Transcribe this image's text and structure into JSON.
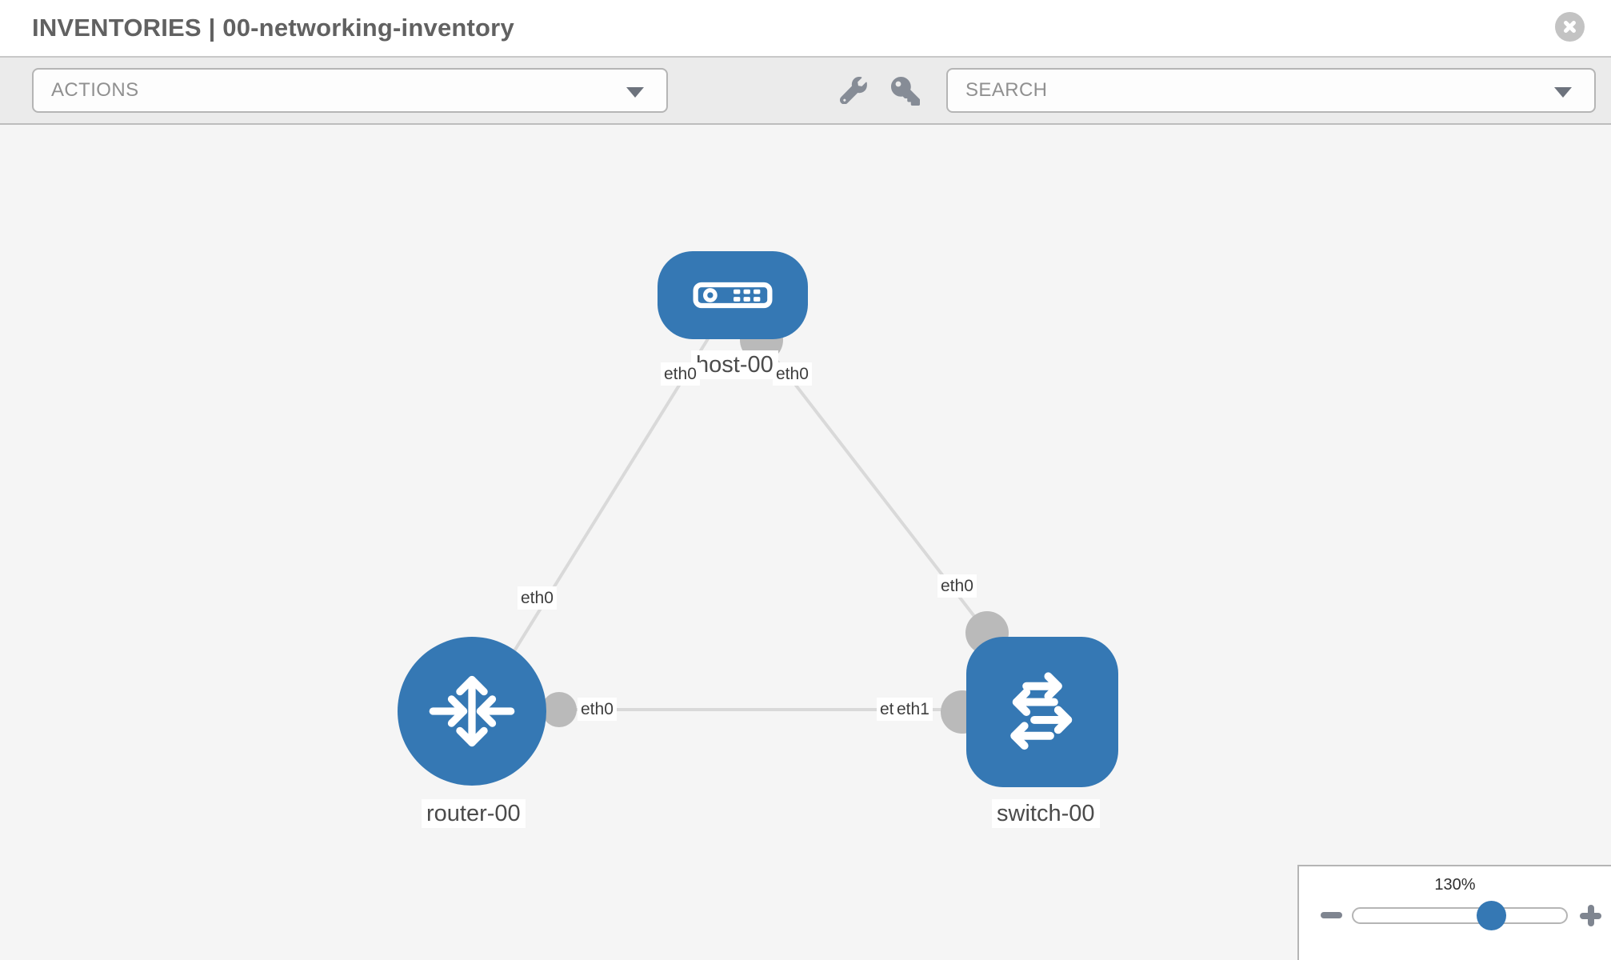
{
  "header": {
    "title": "INVENTORIES | 00-networking-inventory"
  },
  "toolbar": {
    "actions_label": "ACTIONS",
    "search_placeholder": "SEARCH",
    "icons": [
      "wrench-icon",
      "key-icon"
    ]
  },
  "topology": {
    "nodes": [
      {
        "type": "host",
        "label": "host-00"
      },
      {
        "type": "router",
        "label": "router-00"
      },
      {
        "type": "switch",
        "label": "switch-00"
      }
    ],
    "interfaces": [
      {
        "id": "host-eth0-to-router",
        "label": "eth0"
      },
      {
        "id": "host-eth0-to-switch",
        "label": "eth0"
      },
      {
        "id": "router-eth0-to-host",
        "label": "eth0"
      },
      {
        "id": "router-eth0-to-switch",
        "label": "eth0"
      },
      {
        "id": "switch-eth0-to-host",
        "label": "eth0"
      },
      {
        "id": "switch-eth-overlapped",
        "label": "eth0"
      },
      {
        "id": "switch-eth1-to-router",
        "label": "eth1"
      }
    ],
    "links": [
      {
        "from": "host-00",
        "from_if": "eth0",
        "to": "router-00",
        "to_if": "eth0"
      },
      {
        "from": "host-00",
        "from_if": "eth0",
        "to": "switch-00",
        "to_if": "eth0"
      },
      {
        "from": "router-00",
        "from_if": "eth0",
        "to": "switch-00",
        "to_if": "eth1"
      }
    ]
  },
  "zoom_control": {
    "level": "130%"
  },
  "colors": {
    "node_blue": "#3578b4",
    "link_gray": "#d9d9d9",
    "connector_gray": "#bababa",
    "toolbar_bg": "#ebebeb",
    "canvas_bg": "#f5f5f5"
  }
}
